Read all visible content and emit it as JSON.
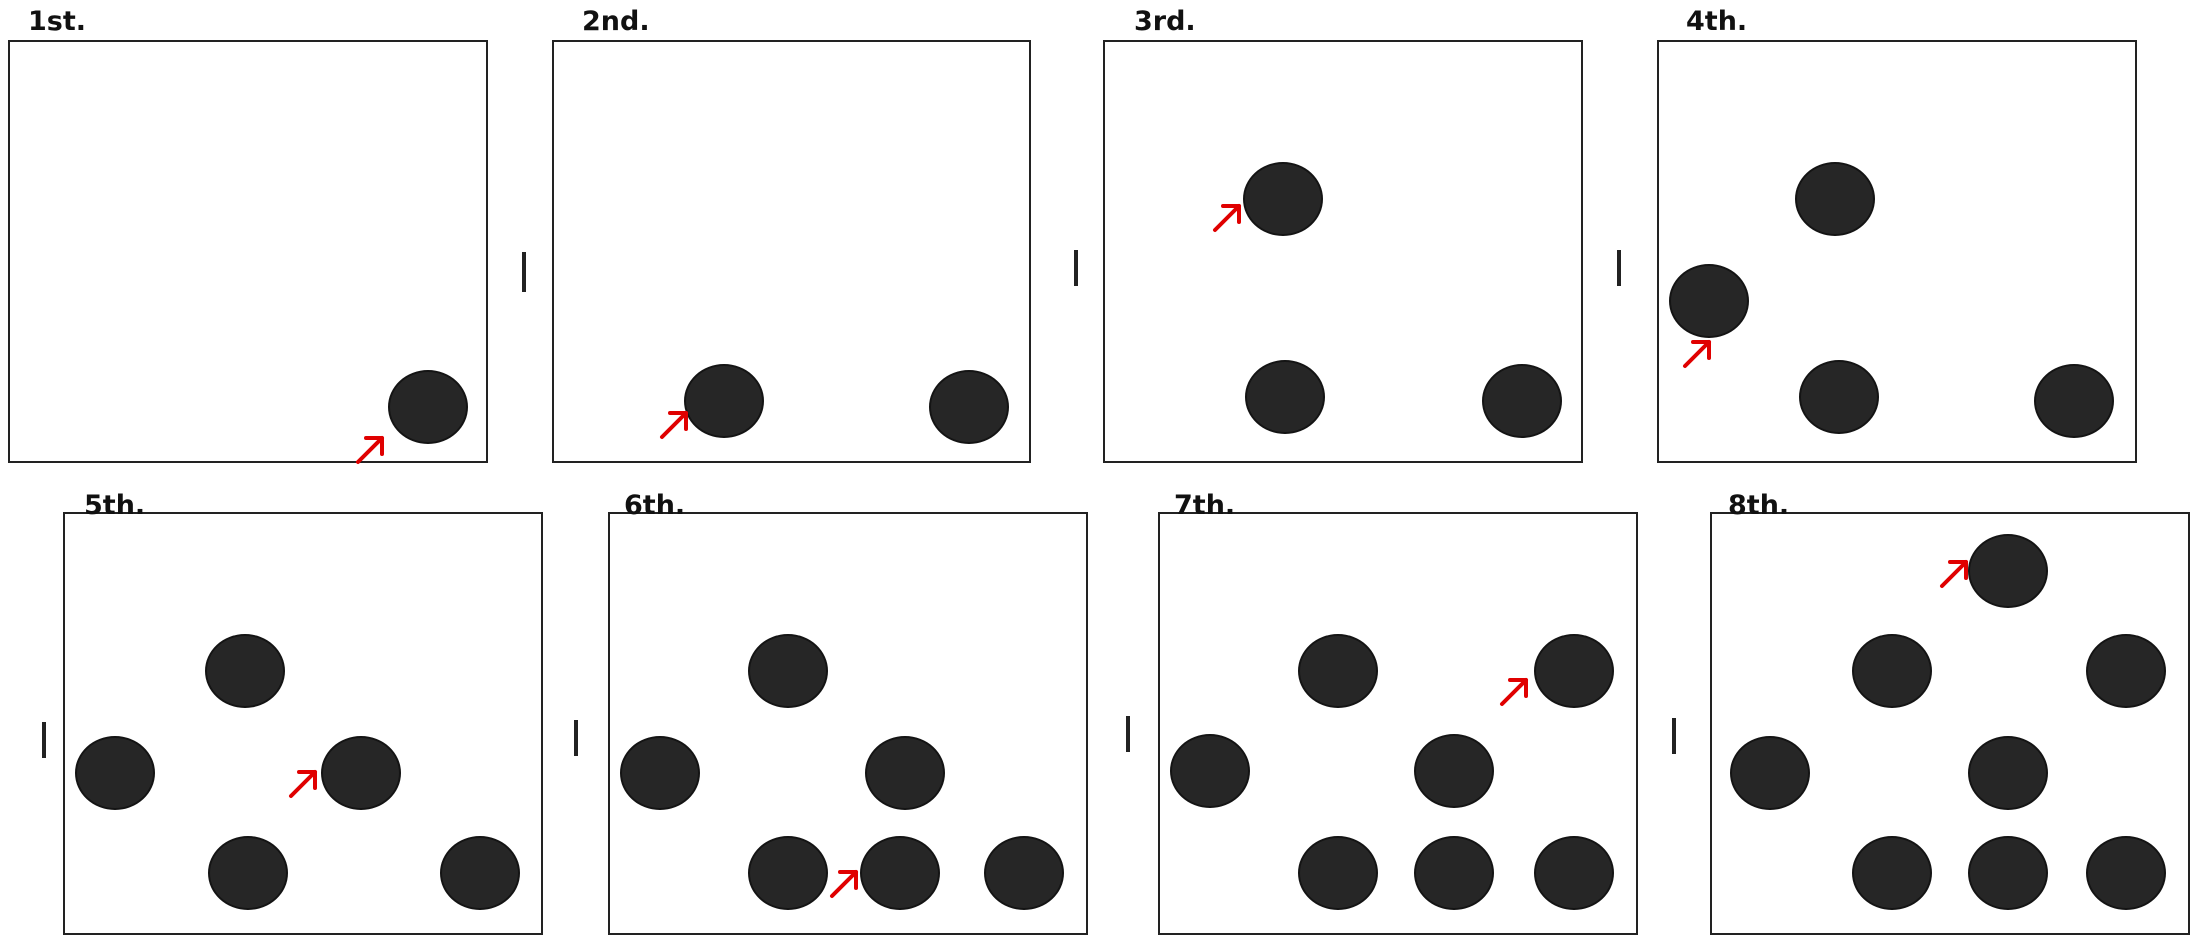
{
  "panels": [
    {
      "label": "1st."
    },
    {
      "label": "2nd."
    },
    {
      "label": "3rd."
    },
    {
      "label": "4th."
    },
    {
      "label": "5th."
    },
    {
      "label": "6th."
    },
    {
      "label": "7th."
    },
    {
      "label": "8th."
    }
  ],
  "colors": {
    "disc": "#262626",
    "arrow": "#e00000",
    "border": "#222222",
    "background": "#ffffff"
  },
  "icons": {
    "disc": "filled-circle",
    "marker": "red-arrow-icon",
    "separator": "vertical-bar"
  }
}
